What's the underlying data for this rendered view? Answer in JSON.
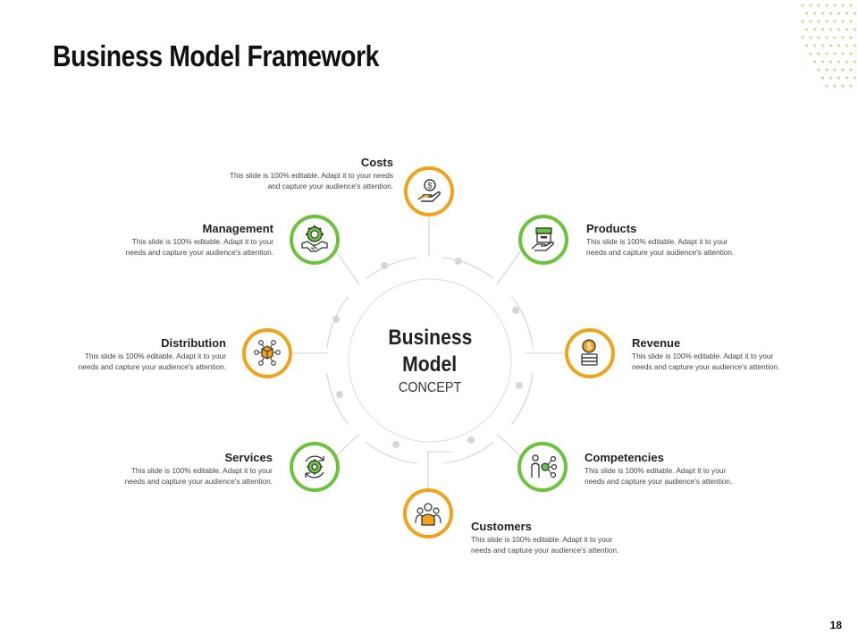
{
  "slide": {
    "title": "Business Model Framework",
    "page_number": "18"
  },
  "center": {
    "title_line1": "Business",
    "title_line2": "Model",
    "subtitle": "CONCEPT"
  },
  "colors": {
    "green": "#6cc13d",
    "orange": "#f0a21a",
    "ring": "#d9d9d9",
    "text": "#222222"
  },
  "items": [
    {
      "key": "costs",
      "title": "Costs",
      "icon": "hand-coin-icon",
      "ring_color": "orange",
      "desc_line1": "This slide is 100% editable. Adapt it to your needs",
      "desc_line2": "and capture your audience's attention."
    },
    {
      "key": "products",
      "title": "Products",
      "icon": "box-in-hand-icon",
      "ring_color": "green",
      "desc_line1": "This slide is 100% editable. Adapt it to your",
      "desc_line2": "needs and capture your audience's attention."
    },
    {
      "key": "revenue",
      "title": "Revenue",
      "icon": "coin-stack-icon",
      "ring_color": "orange",
      "desc_line1": "This slide is 100% editable. Adapt it to your",
      "desc_line2": "needs and capture your audience's attention."
    },
    {
      "key": "competencies",
      "title": "Competencies",
      "icon": "person-network-icon",
      "ring_color": "green",
      "desc_line1": "This slide is 100% editable. Adapt it to your",
      "desc_line2": "needs and capture your audience's attention."
    },
    {
      "key": "customers",
      "title": "Customers",
      "icon": "customer-group-icon",
      "ring_color": "orange",
      "desc_line1": "This slide is 100% editable. Adapt it to your",
      "desc_line2": "needs and capture your audience's attention."
    },
    {
      "key": "services",
      "title": "Services",
      "icon": "gear-cycle-icon",
      "ring_color": "green",
      "desc_line1": "This slide is 100% editable. Adapt it to your",
      "desc_line2": "needs and capture your audience's attention."
    },
    {
      "key": "distribution",
      "title": "Distribution",
      "icon": "distribution-network-icon",
      "ring_color": "orange",
      "desc_line1": "This slide is 100% editable. Adapt it to your",
      "desc_line2": "needs and capture your audience's attention."
    },
    {
      "key": "management",
      "title": "Management",
      "icon": "handshake-gear-icon",
      "ring_color": "green",
      "desc_line1": "This slide is 100% editable. Adapt it to your",
      "desc_line2": "needs and capture your audience's attention."
    }
  ]
}
